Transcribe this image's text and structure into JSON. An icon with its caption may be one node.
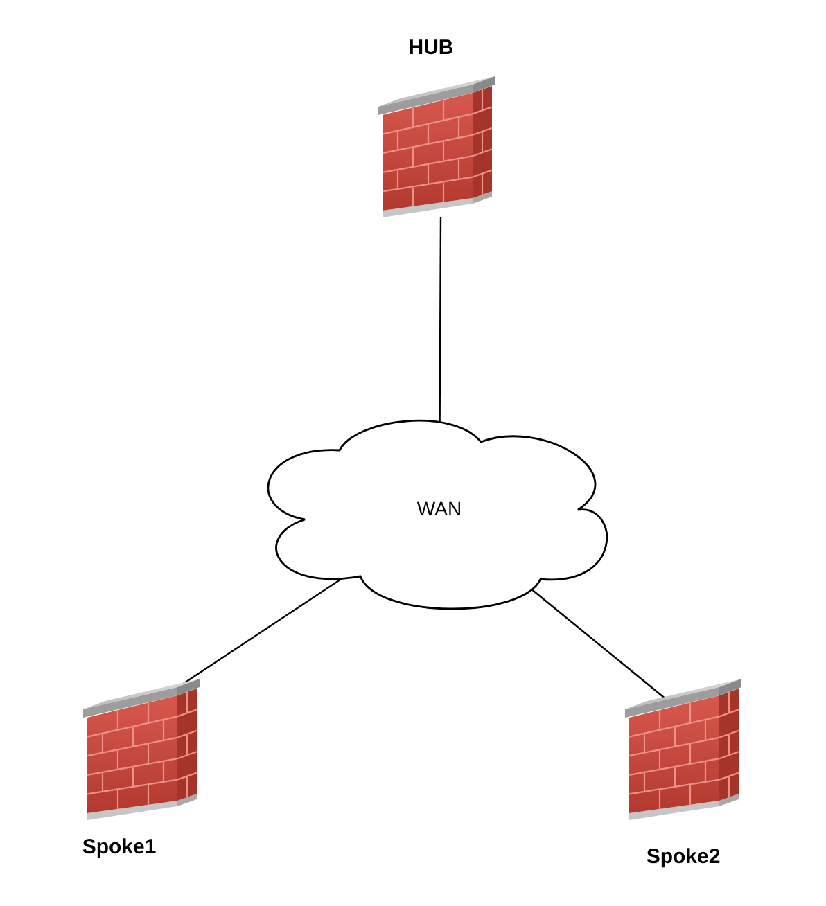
{
  "diagram": {
    "nodes": [
      {
        "text": [
          "HUB"
        ]
      },
      {
        "text": [
          "WAN"
        ]
      },
      {
        "text": [
          "Spoke1"
        ]
      },
      {
        "text": [
          "Spoke2"
        ]
      }
    ],
    "edges": [
      {
        "from": 0,
        "to": 1,
        "arrow": "none"
      },
      {
        "from": 1,
        "to": 2,
        "arrow": "none"
      },
      {
        "from": 1,
        "to": 3,
        "arrow": "none"
      }
    ]
  }
}
